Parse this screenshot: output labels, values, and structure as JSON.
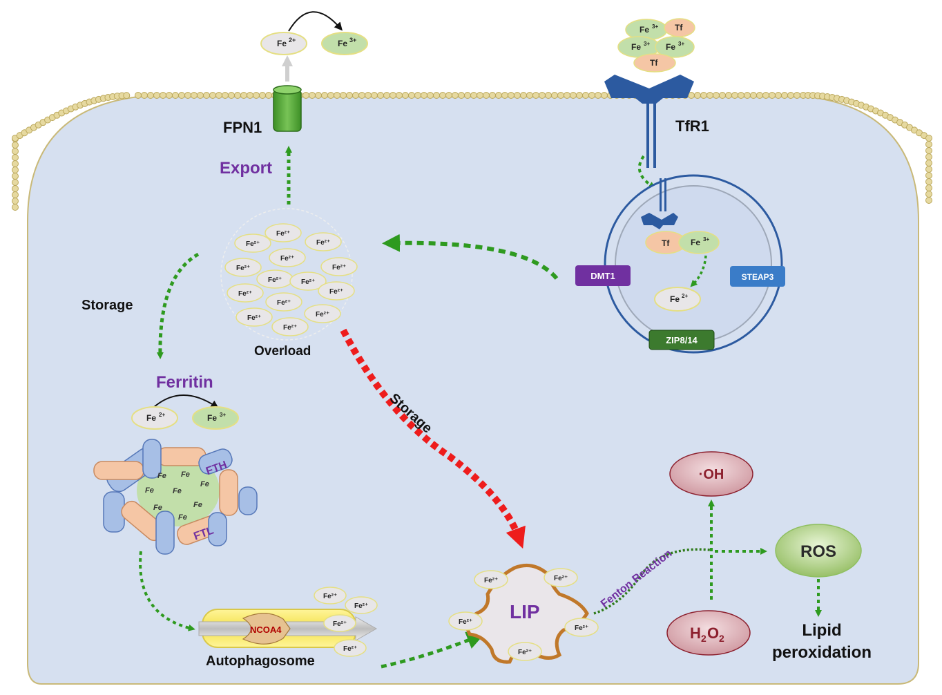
{
  "colors": {
    "cytoplasm": "#d6e0f0",
    "membrane": "#d8c98a",
    "ion_fe2": "#e8e6e8",
    "ion_fe3": "#c2dfaa",
    "tf": "#f5c6a5",
    "receptor": "#2c5aa0",
    "green_arrow": "#2e9a1f",
    "red_arrow": "#ee1c1c",
    "purple_text": "#7030a0",
    "dmt1": "#7030a0",
    "steap3": "#3a7cc8",
    "zip": "#3c7a2e",
    "fpn1": "#4ca532",
    "lip_border": "#c0782a",
    "oh_ellipse": "#d9a7ad",
    "ros": "#a8cc7e"
  },
  "labels": {
    "fpn1": "FPN1",
    "tfr1": "TfR1",
    "export": "Export",
    "storage_left": "Storage",
    "storage_diag": "Storage",
    "overload": "Overload",
    "ferritin": "Ferritin",
    "fth": "FTH",
    "ftl": "FTL",
    "ncoa4": "NCOA4",
    "autophagosome": "Autophagosome",
    "lip": "LIP",
    "fenton": "Fenton  Reaction",
    "dmt1": "DMT1",
    "steap3": "STEAP3",
    "zip": "ZIP8/14",
    "oh": "·OH",
    "h2o2_main": "H",
    "h2o2_sub1": "2",
    "h2o2_mid": "O",
    "h2o2_sub2": "2",
    "ros": "ROS",
    "lipid_line1": "Lipid",
    "lipid_line2": "peroxidation",
    "tf": "Tf"
  },
  "ions": {
    "fe2": "Fe",
    "fe2_sup": "2+",
    "fe3": "Fe",
    "fe3_sup": "3+",
    "fe2_full": "Fe²⁺",
    "fe3_full": "Fe³⁺"
  },
  "icons": [
    "cell-membrane",
    "ferroportin-channel",
    "transferrin-receptor",
    "endosome",
    "ferritin-cage",
    "autophagosome",
    "labile-iron-pool"
  ]
}
